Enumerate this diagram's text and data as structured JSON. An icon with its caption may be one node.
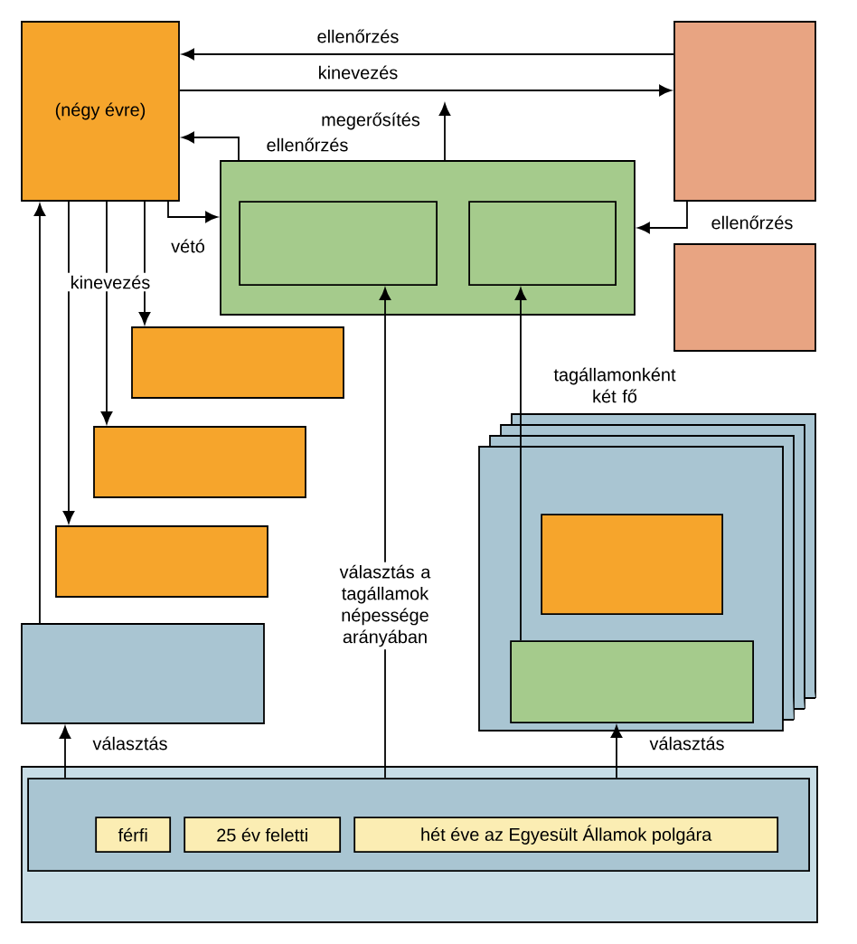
{
  "diagram": {
    "nodes": [
      {
        "text": [
          "(négy évre)"
        ]
      },
      {
        "text": [],
        "shape": "box"
      },
      {
        "text": [],
        "shape": "box"
      },
      {
        "text": [],
        "shape": "box",
        "in": 2
      },
      {
        "text": [],
        "shape": "box",
        "in": 2
      },
      {
        "text": [],
        "shape": "box"
      },
      {
        "text": [],
        "shape": "box"
      },
      {
        "text": [],
        "shape": "box"
      },
      {
        "text": [],
        "shape": "box"
      },
      {
        "text": [],
        "shape": "box"
      },
      {
        "text": [],
        "shape": "box"
      },
      {
        "text": [],
        "shape": "box",
        "in": 10
      },
      {
        "text": [],
        "shape": "box",
        "in": 10
      },
      {
        "text": [],
        "shape": "box"
      },
      {
        "text": [],
        "shape": "box",
        "in": 13
      },
      {
        "text": [
          "férfi"
        ],
        "in": 14
      },
      {
        "text": [
          "25 év feletti"
        ],
        "in": 14
      },
      {
        "text": [
          "hét éve az Egyesült Államok polgára"
        ],
        "in": 14
      }
    ],
    "edges": [
      {
        "from": 1,
        "to": 0,
        "arrow": "to",
        "label": "ellenőrzés"
      },
      {
        "from": 0,
        "to": 1,
        "arrow": "to",
        "label": "kinevezés"
      },
      {
        "from": 2,
        "to": null,
        "arrow": "to",
        "label": "megerősítés"
      },
      {
        "from": 2,
        "to": 0,
        "arrow": "to",
        "label": "ellenőrzés"
      },
      {
        "from": 0,
        "to": 2,
        "arrow": "to",
        "label": "vétó"
      },
      {
        "from": 1,
        "to": 2,
        "arrow": "to",
        "label": "ellenőrzés"
      },
      {
        "from": 0,
        "to": 6,
        "arrow": "to",
        "label": "kinevezés"
      },
      {
        "from": 0,
        "to": 7,
        "arrow": "to"
      },
      {
        "from": 0,
        "to": 8,
        "arrow": "to"
      },
      {
        "from": 9,
        "to": 0,
        "arrow": "to"
      },
      {
        "from": 14,
        "to": 9,
        "arrow": "to",
        "label": "választás"
      },
      {
        "from": 14,
        "to": 3,
        "arrow": "to",
        "label": "választás a tagállamok népessége arányában"
      },
      {
        "from": 12,
        "to": 4,
        "arrow": "to",
        "label": "tagállamonként két fő"
      },
      {
        "from": 14,
        "to": 12,
        "arrow": "to",
        "label": "választás"
      }
    ]
  }
}
